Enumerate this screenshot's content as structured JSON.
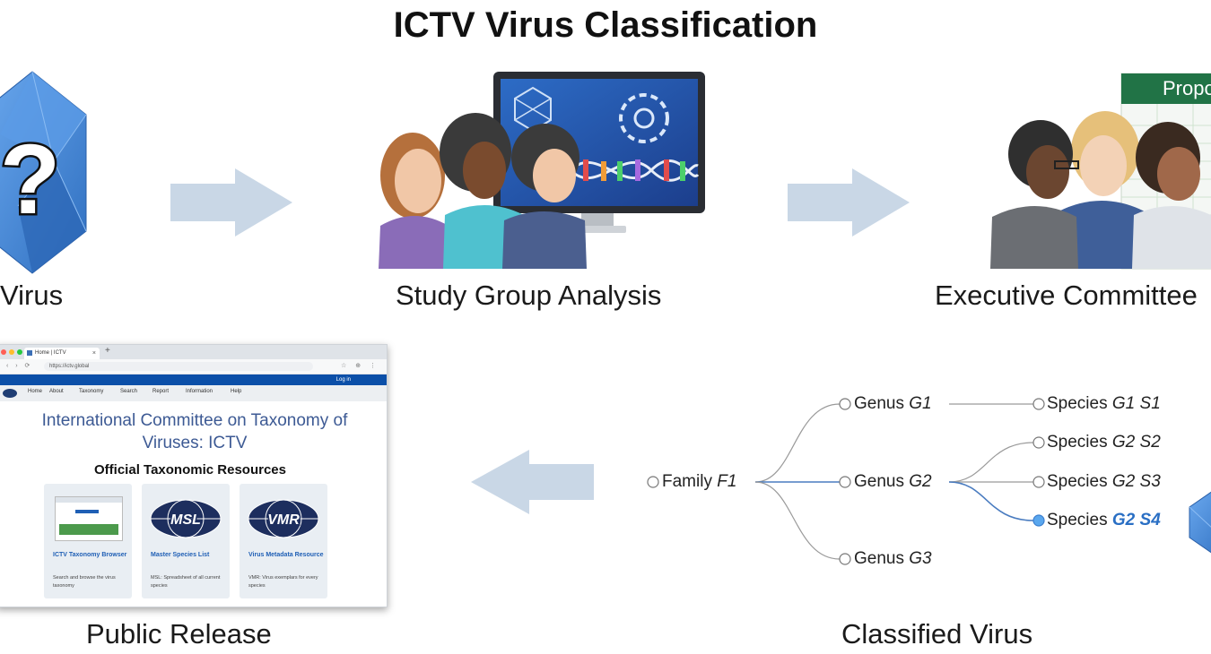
{
  "title": "ICTV Virus Classification",
  "stages": {
    "virus": "Virus",
    "study_group": "Study Group Analysis",
    "executive": "Executive Committee",
    "public_release": "Public Release",
    "classified": "Classified Virus"
  },
  "proposal_label": "Propo",
  "unknown_mark": "?",
  "taxonomy": {
    "family": {
      "prefix": "Family",
      "name": "F1"
    },
    "genera": [
      {
        "prefix": "Genus",
        "name": "G1"
      },
      {
        "prefix": "Genus",
        "name": "G2"
      },
      {
        "prefix": "Genus",
        "name": "G3"
      }
    ],
    "species": [
      {
        "prefix": "Species",
        "name": "G1 S1"
      },
      {
        "prefix": "Species",
        "name": "G2 S2"
      },
      {
        "prefix": "Species",
        "name": "G2 S3"
      },
      {
        "prefix": "Species",
        "name": "G2 S4"
      }
    ]
  },
  "browser": {
    "tab_title": "Home | ICTV",
    "url": "https://ictv.global",
    "login": "Log in",
    "menu": [
      "Home",
      "About",
      "Taxonomy",
      "Search",
      "Report",
      "Information",
      "Help"
    ],
    "site_title": "International Committee on Taxonomy of Viruses: ICTV",
    "resources_heading": "Official Taxonomic Resources",
    "cards": [
      {
        "badge": "",
        "title": "ICTV Taxonomy Browser",
        "desc": "Search and browse the virus taxonomy"
      },
      {
        "badge": "MSL",
        "title": "Master Species List",
        "desc": "MSL: Spreadsheet of all current species"
      },
      {
        "badge": "VMR",
        "title": "Virus Metadata Resource",
        "desc": "VMR: Virus exemplars for every species"
      }
    ]
  },
  "colors": {
    "arrow": "#c9d7e6",
    "virus_blue": "#3f82d1",
    "tree_line": "#9a9a9a",
    "tree_highlight": "#4a7cc0",
    "selected_node": "#5aa7ee",
    "excel_green": "#217346",
    "browser_bluebar": "#0b4fa8"
  }
}
